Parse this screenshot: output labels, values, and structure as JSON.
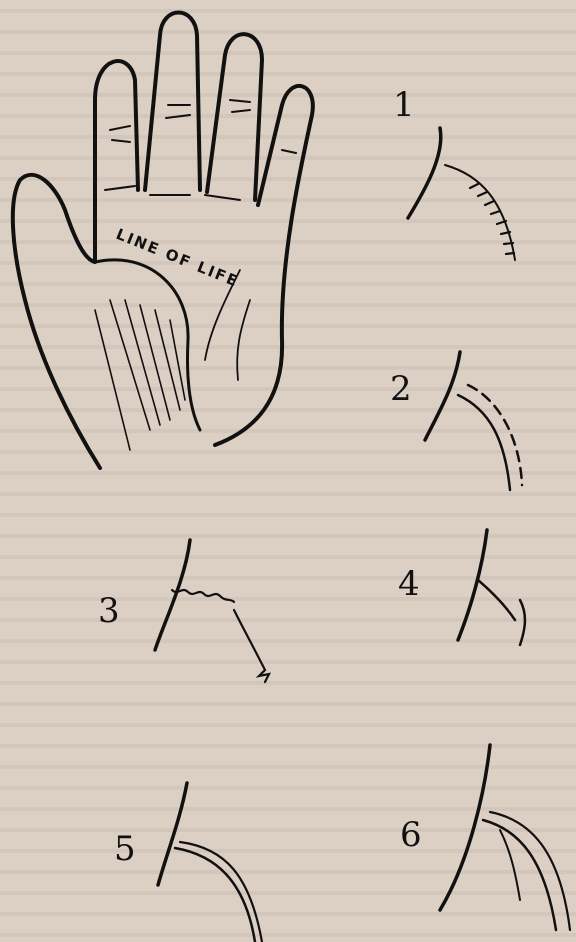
{
  "palm_label": "LINE OF LIFE",
  "figure_numbers": [
    "1",
    "2",
    "3",
    "4",
    "5",
    "6"
  ],
  "ink_color": "#111111",
  "paper_color": "#dccfc4"
}
